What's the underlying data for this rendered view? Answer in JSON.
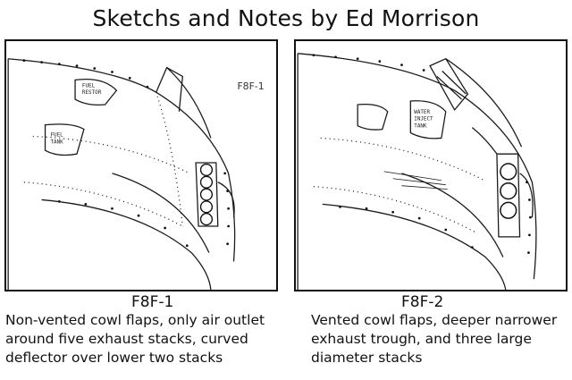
{
  "title": "Sketchs and Notes by Ed Morrison",
  "left": {
    "sketch_label": "F8F-1",
    "placard_text": "RESTOR.. ..",
    "title": "F8F-1",
    "caption": "Non-vented cowl flaps, only air outlet around five exhaust stacks, curved deflector over lower two stacks",
    "exhaust_stacks": 5
  },
  "right": {
    "title": "F8F-2",
    "caption": "Vented cowl flaps, deeper narrower exhaust trough, and three large diameter stacks",
    "exhaust_stacks": 3
  }
}
